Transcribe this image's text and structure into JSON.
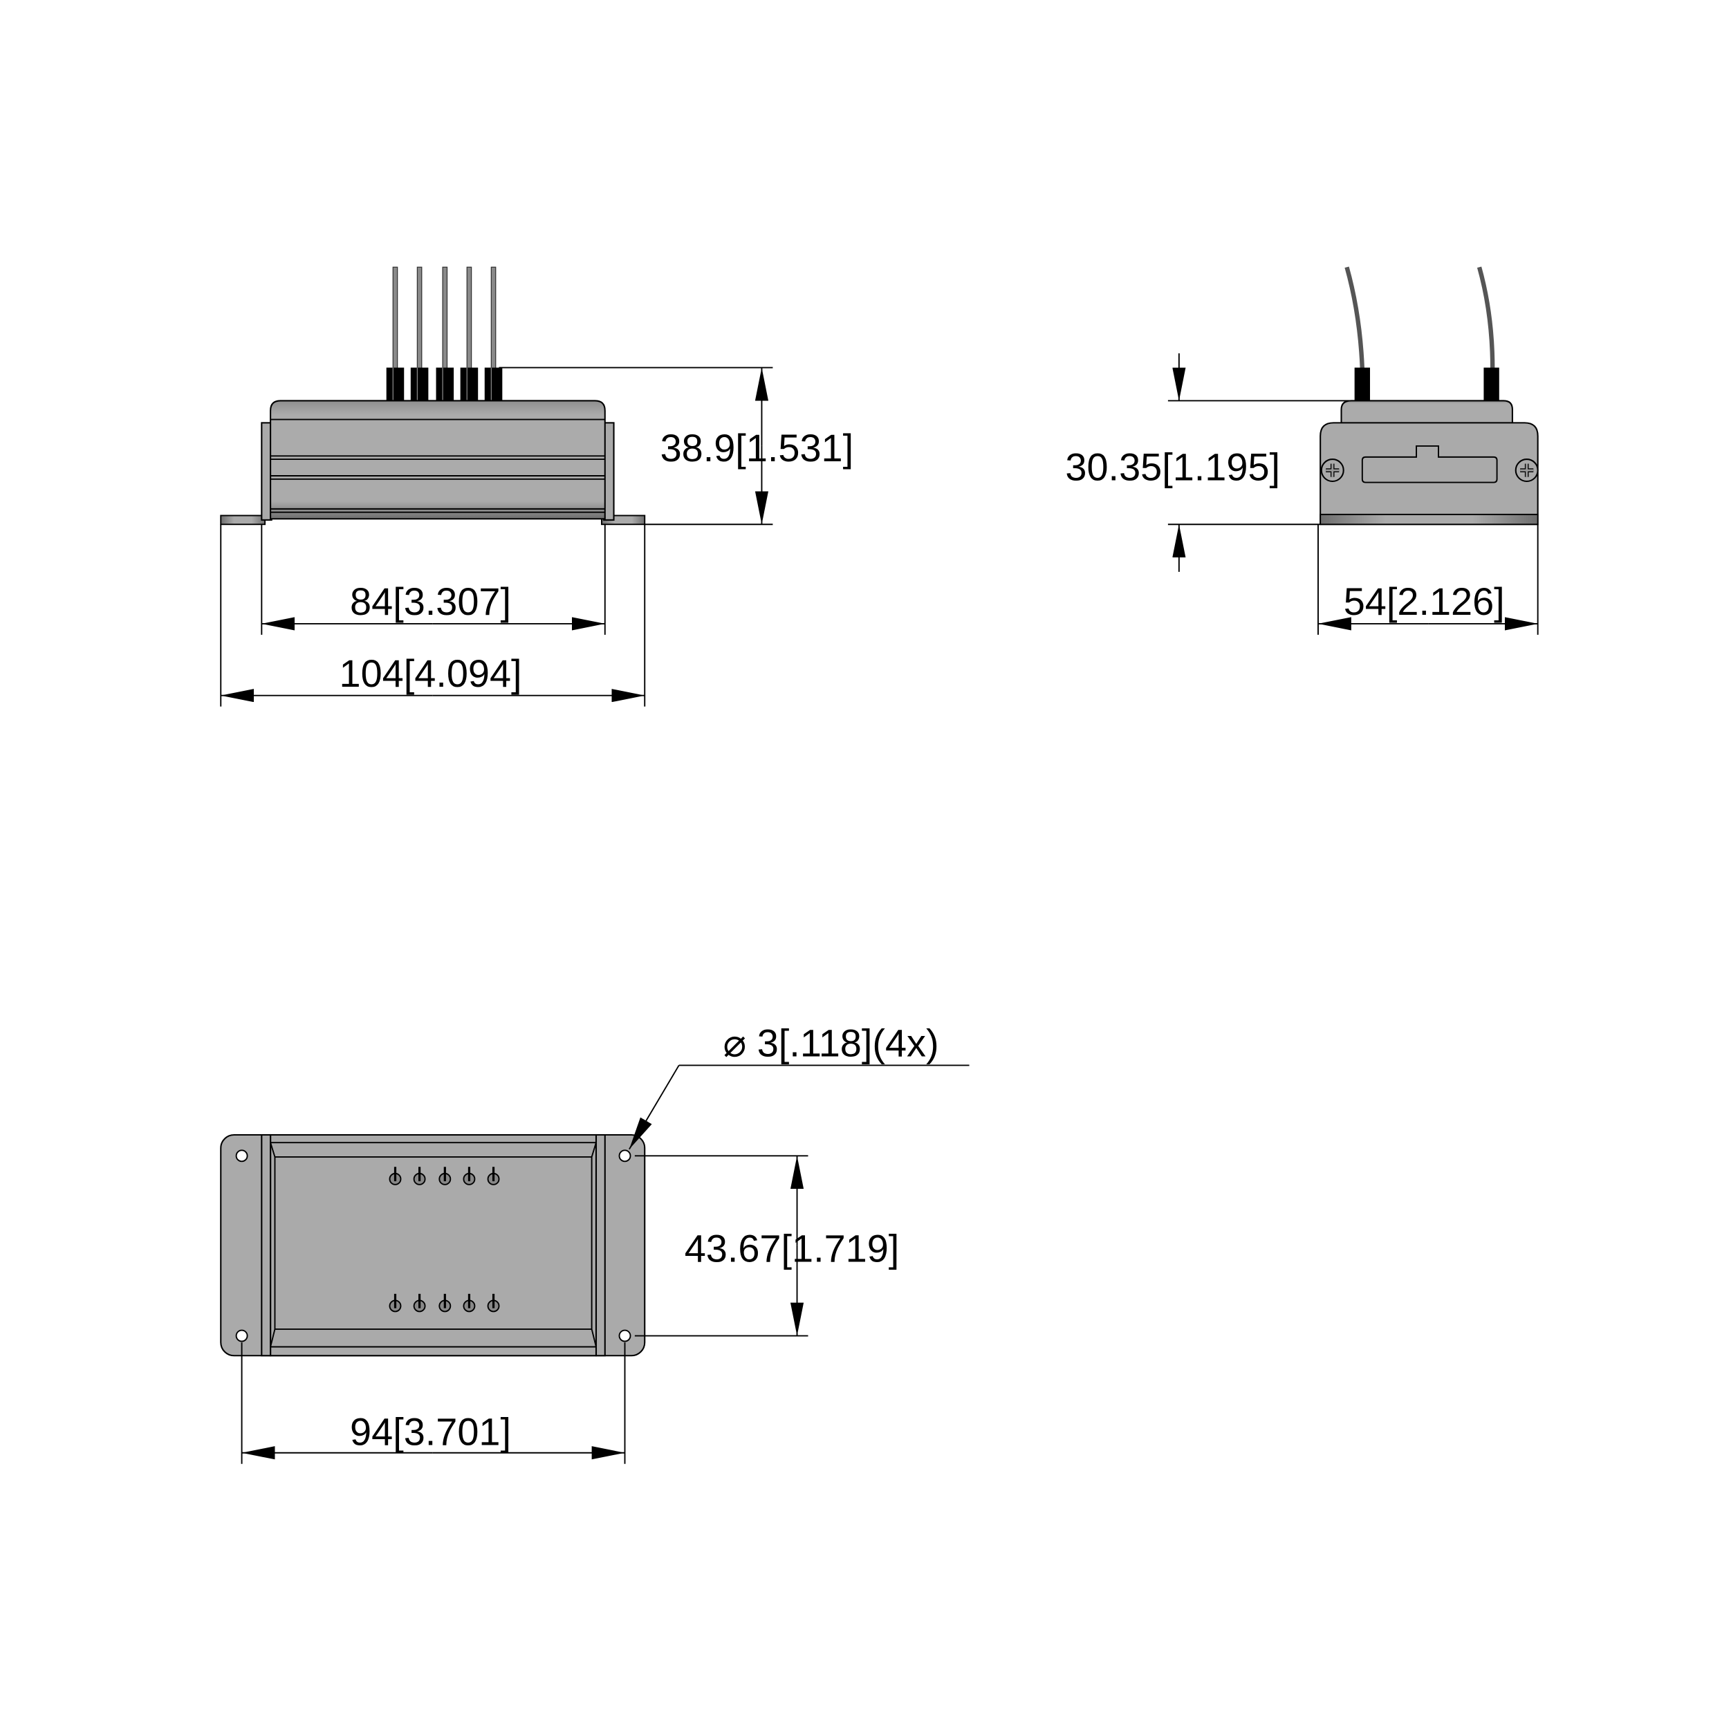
{
  "drawing": {
    "front_view": {
      "height_dim": "38.9[1.531]",
      "body_width_dim": "84[3.307]",
      "overall_width_dim": "104[4.094]",
      "pin_count": 5
    },
    "side_view": {
      "height_dim": "30.35[1.195]",
      "width_dim": "54[2.126]"
    },
    "bottom_view": {
      "hole_callout": "⌀ 3[.118](4x)",
      "hole_spacing_vertical_dim": "43.67[1.719]",
      "hole_spacing_horizontal_dim": "94[3.701]"
    },
    "colors": {
      "body": "#aaaaaa",
      "line": "#000000",
      "sleeve": "#000000"
    }
  }
}
